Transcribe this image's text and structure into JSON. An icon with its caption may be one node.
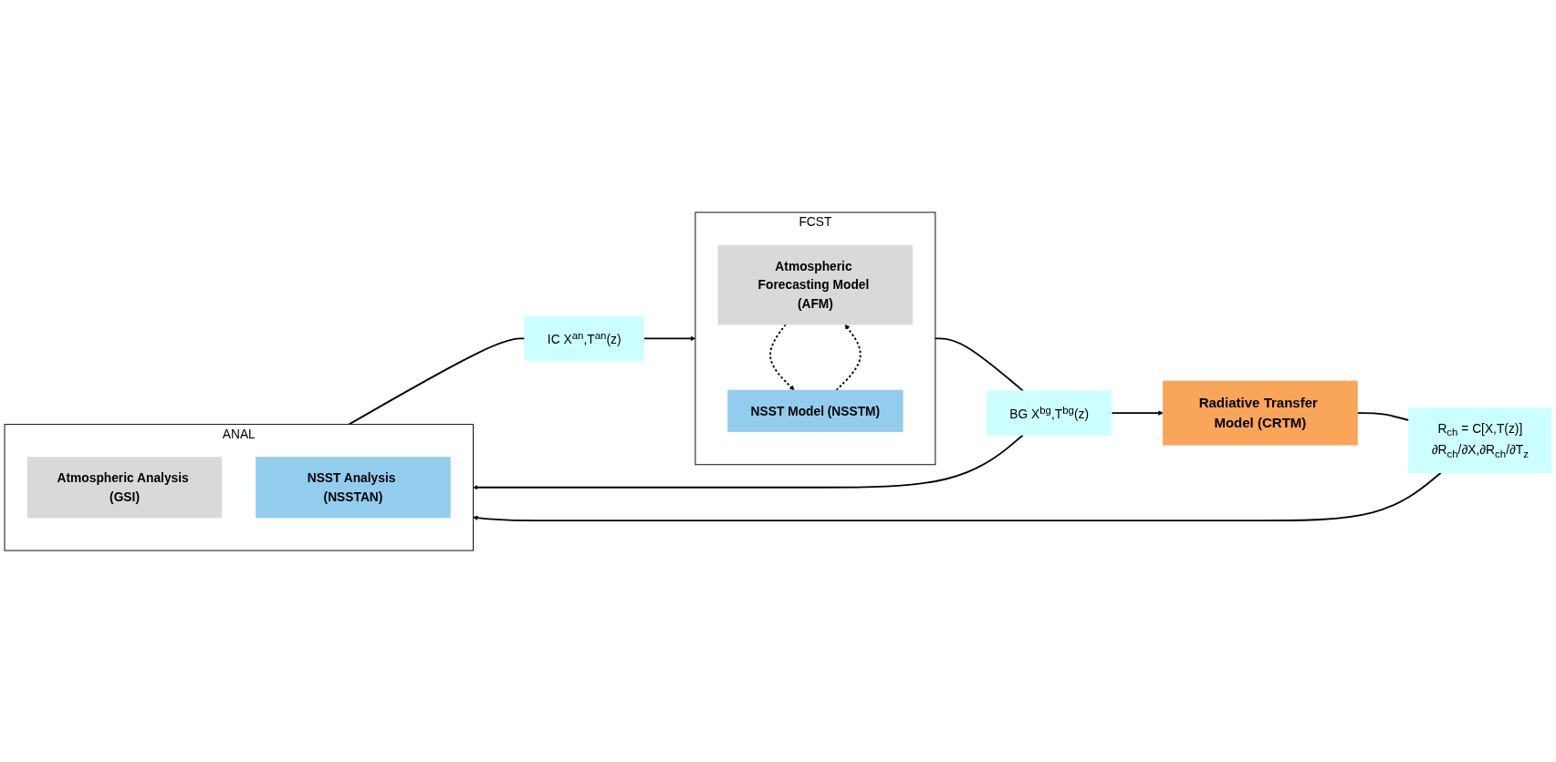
{
  "diagram": {
    "nodes": [
      {
        "text": [
          "FCST"
        ]
      },
      {
        "text": [
          "Atmospheric Forecasting Model (AFM)"
        ],
        "in": 0
      },
      {
        "text": [
          "NSST Model (NSSTM)"
        ],
        "in": 0
      },
      {
        "text": [
          "ANAL"
        ]
      },
      {
        "text": [
          "Atmospheric Analysis (GSI)"
        ],
        "in": 3
      },
      {
        "text": [
          "NSST Analysis (NSSTAN)"
        ],
        "in": 3
      },
      {
        "text": [
          "IC X$^{an}$,T$^{an}$(z)"
        ]
      },
      {
        "text": [
          "BG X$^{bg}$,T$^{bg}$(z)"
        ]
      },
      {
        "text": [
          "Radiative Transfer Model (CRTM)"
        ]
      },
      {
        "text": [
          "R$_{ch}$ = C[X,T(z)]",
          "∂R$_{ch}$/∂X,∂R$_{ch}$/∂T$_{z}$"
        ]
      }
    ],
    "edges": [
      {
        "from": 1,
        "to": 2,
        "arrow": "to",
        "style": "dashed"
      },
      {
        "from": 2,
        "to": 1,
        "arrow": "to",
        "style": "dashed"
      },
      {
        "from": 3,
        "to": 6,
        "arrow": "none"
      },
      {
        "from": 6,
        "to": 0,
        "arrow": "to"
      },
      {
        "from": 0,
        "to": 7,
        "arrow": "none"
      },
      {
        "from": 7,
        "to": 3,
        "arrow": "to"
      },
      {
        "from": 7,
        "to": 8,
        "arrow": "to"
      },
      {
        "from": 8,
        "to": 9,
        "arrow": "none"
      },
      {
        "from": 9,
        "to": 3,
        "arrow": "to"
      }
    ]
  }
}
